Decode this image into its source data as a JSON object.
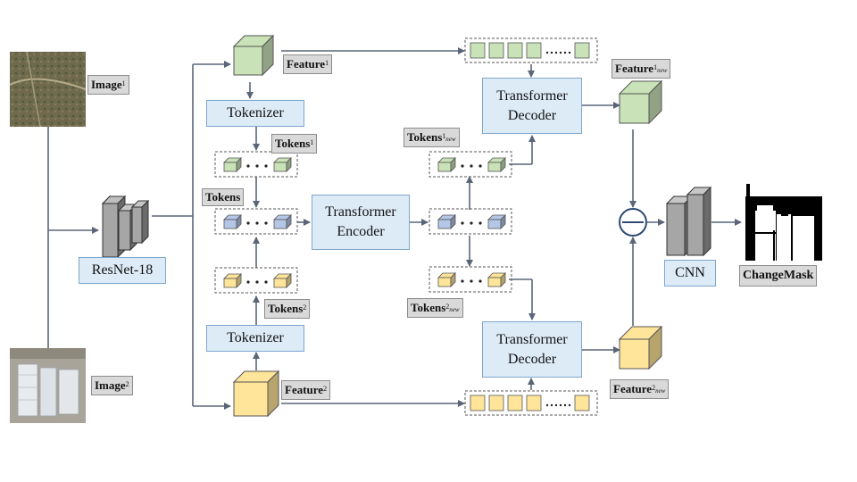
{
  "inputs": {
    "image1": {
      "label": "Image",
      "sup": "1"
    },
    "image2": {
      "label": "Image",
      "sup": "2"
    }
  },
  "backbone": {
    "label": "ResNet-18"
  },
  "features": {
    "f1": {
      "label": "Feature",
      "sup": "1"
    },
    "f2": {
      "label": "Feature",
      "sup": "2"
    },
    "f1_new": {
      "label": "Feature",
      "sup": "1",
      "sub": "new"
    },
    "f2_new": {
      "label": "Feature",
      "sup": "2",
      "sub": "new"
    }
  },
  "tokenizers": {
    "top": "Tokenizer",
    "bottom": "Tokenizer"
  },
  "tokens": {
    "t1": {
      "label": "Tokens",
      "sup": "1"
    },
    "t2": {
      "label": "Tokens",
      "sup": "2"
    },
    "t_concat": {
      "label": "Tokens"
    },
    "t1_new": {
      "label": "Tokens",
      "sup": "1",
      "sub": "new"
    },
    "t2_new": {
      "label": "Tokens",
      "sup": "2",
      "sub": "new"
    }
  },
  "encoder": {
    "line1": "Transformer",
    "line2": "Encoder"
  },
  "decoders": {
    "top": {
      "line1": "Transformer",
      "line2": "Decoder"
    },
    "bottom": {
      "line1": "Transformer",
      "line2": "Decoder"
    }
  },
  "head": {
    "label": "CNN"
  },
  "output": {
    "label": "ChangeMask"
  },
  "colors": {
    "green": "#c9e2b7",
    "green_dark": "#7fa86a",
    "yellow": "#ffe599",
    "yellow_dark": "#c9a93f",
    "blue": "#b4c7e7",
    "blue_dark": "#6f89b8",
    "box_fill": "#ddebf7",
    "box_border": "#7ea6cd",
    "arrow": "#5a6678"
  },
  "icons": [
    "minus-circle-icon",
    "layer-stack-icon",
    "cube-icon",
    "token-prism-icon"
  ]
}
